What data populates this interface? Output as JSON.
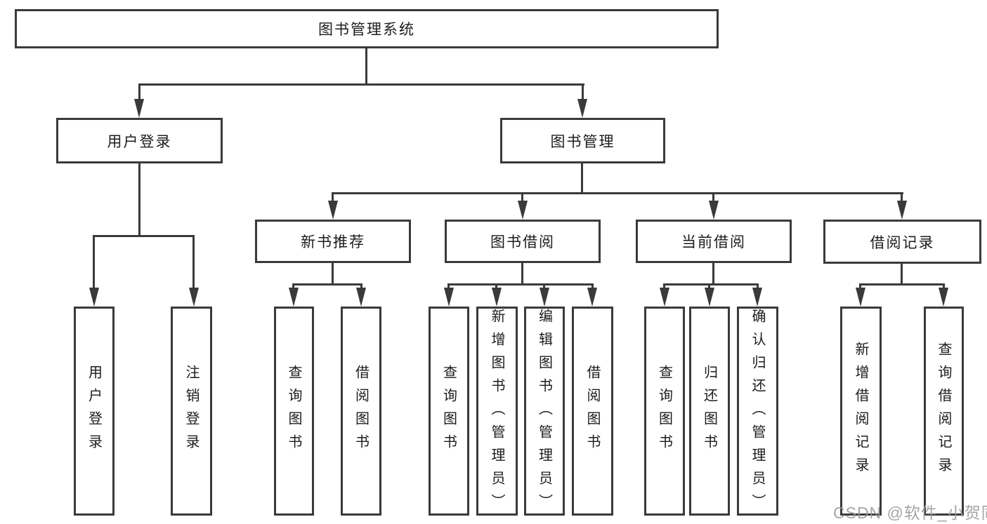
{
  "diagram": {
    "root": {
      "label": "图书管理系统"
    },
    "branches": [
      {
        "label": "用户登录",
        "children": [
          {
            "label": "用户登录"
          },
          {
            "label": "注销登录"
          }
        ]
      },
      {
        "label": "图书管理",
        "children": [
          {
            "label": "新书推荐",
            "children": [
              {
                "label": "查询图书"
              },
              {
                "label": "借阅图书"
              }
            ]
          },
          {
            "label": "图书借阅",
            "children": [
              {
                "label": "查询图书"
              },
              {
                "label": "新增图书（管理员）"
              },
              {
                "label": "编辑图书（管理员）"
              },
              {
                "label": "借阅图书"
              }
            ]
          },
          {
            "label": "当前借阅",
            "children": [
              {
                "label": "查询图书"
              },
              {
                "label": "归还图书"
              },
              {
                "label": "确认归还（管理员）"
              }
            ]
          },
          {
            "label": "借阅记录",
            "children": [
              {
                "label": "新增借阅记录"
              },
              {
                "label": "查询借阅记录"
              }
            ]
          }
        ]
      }
    ]
  },
  "watermark": {
    "text": "CSDN @软件_小贺同学"
  },
  "colors": {
    "line": "#3a3a3a",
    "text": "#1c1c1c",
    "watermark": "#989898",
    "background": "#ffffff"
  }
}
